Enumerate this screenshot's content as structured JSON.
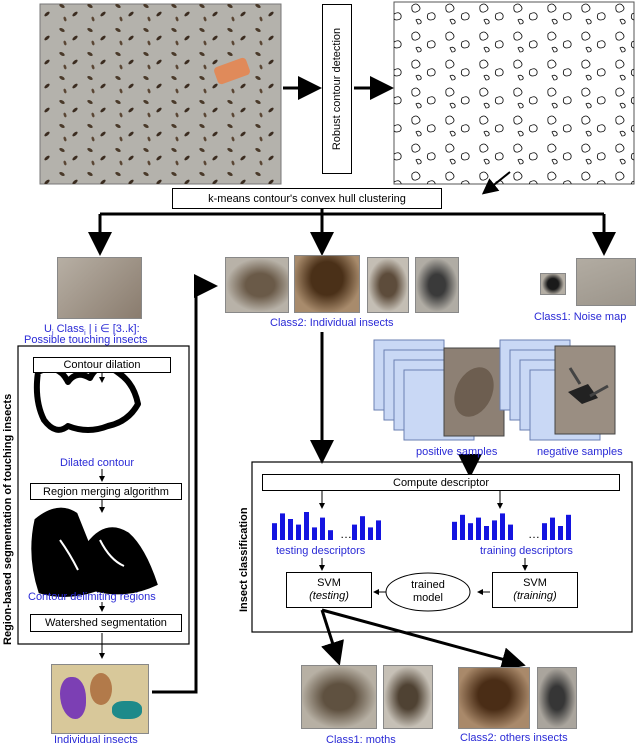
{
  "steps": {
    "contour_detection": "Robust contour detection",
    "kmeans": "k-means contour's convex hull clustering",
    "contour_dilation": "Contour dilation",
    "region_merging": "Region merging algorithm",
    "watershed": "Watershed segmentation",
    "compute_descriptor": "Compute descriptor",
    "svm_testing_1": "SVM",
    "svm_testing_2": "(testing)",
    "svm_training_1": "SVM",
    "svm_training_2": "(training)",
    "trained_model_1": "trained",
    "trained_model_2": "model"
  },
  "captions": {
    "touching_1": "U",
    "touching_1b": " Class",
    "touching_1c": " | i ∈ [3..k]:",
    "touching_2": "Possible touching insects",
    "class2_individual": "Class2: Individual insects",
    "class1_noise": "Class1: Noise map",
    "dilated_contour": "Dilated contour",
    "contour_delimiting": "Contour delimiting regions",
    "individual_insects": "Individual insects",
    "positive_samples": "positive samples",
    "negative_samples": "negative samples",
    "testing_descriptors": "testing descriptors",
    "training_descriptors": "training descriptors",
    "class1_moths": "Class1: moths",
    "class2_others": "Class2: others insects"
  },
  "panels": {
    "segmentation_title": "Region-based segmentation of touching insects",
    "classification_title": "Insect classification"
  },
  "colors": {
    "caption_blue": "#2a2ad6",
    "bar_blue": "#1414e0",
    "sample_blue": "#c9d8f5"
  },
  "histogram": {
    "testing": [
      0.6,
      0.95,
      0.75,
      0.55,
      1.0,
      0.45,
      0.8,
      0.35
    ],
    "testing_tail": [
      0.55,
      0.85,
      0.45,
      0.7
    ],
    "training": [
      0.65,
      0.9,
      0.6,
      0.8,
      0.5,
      0.7,
      0.95,
      0.55
    ],
    "training_tail": [
      0.6,
      0.8,
      0.5,
      0.9
    ]
  }
}
